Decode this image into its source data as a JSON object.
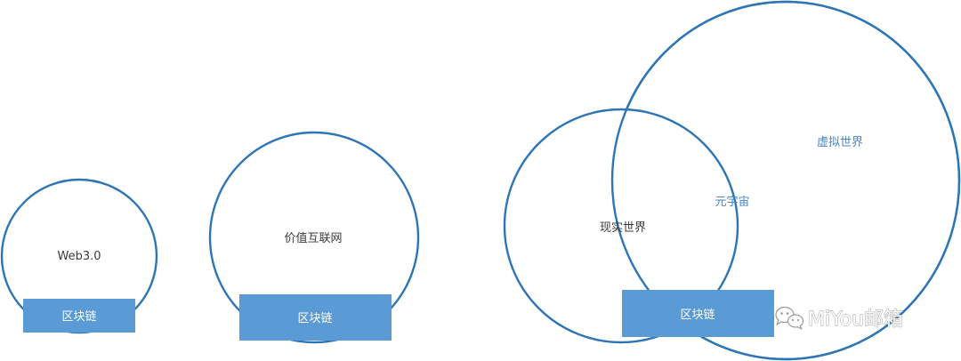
{
  "diagram": {
    "web3": {
      "label": "Web3.0",
      "base": "区块链"
    },
    "value_internet": {
      "label": "价值互联网",
      "base": "区块链"
    },
    "metaverse": {
      "virtual_world": "虚拟世界",
      "real_world": "现实世界",
      "overlap": "元宇宙",
      "base": "区块链"
    }
  },
  "watermark": {
    "text": "MiYou邮箱",
    "icon": "wechat-icon"
  },
  "colors": {
    "circle_stroke": "#2e75b6",
    "box_fill": "#5b9bd5",
    "box_text": "#ffffff",
    "label_text": "#3b3b3b",
    "label_blue": "#4a86c5"
  }
}
